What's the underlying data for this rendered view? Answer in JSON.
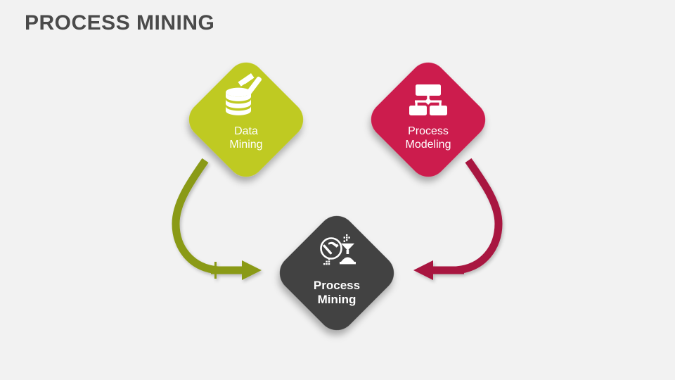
{
  "slide": {
    "title": "PROCESS MINING",
    "background_color": "#f2f2f2",
    "title_color": "#4a4a4a"
  },
  "diagram": {
    "type": "three-node-convergence",
    "nodes": [
      {
        "id": "data-mining",
        "label": "Data\nMining",
        "shape": "diamond",
        "fill_color": "#bfca21",
        "text_color": "#ffffff",
        "icon": "database-pickaxe-icon",
        "position": "top-left"
      },
      {
        "id": "process-modeling",
        "label": "Process\nModeling",
        "shape": "diamond",
        "fill_color": "#cc1f4e",
        "text_color": "#ffffff",
        "icon": "org-chart-icon",
        "position": "top-right"
      },
      {
        "id": "process-mining",
        "label": "Process\nMining",
        "shape": "diamond",
        "fill_color": "#424242",
        "text_color": "#ffffff",
        "icon": "magnifier-pickaxe-funnel-icon",
        "position": "bottom-center"
      }
    ],
    "connectors": [
      {
        "id": "arrow-data-mining-to-process-mining",
        "from": "data-mining",
        "to": "process-mining",
        "color": "#8a9a17",
        "direction": "right"
      },
      {
        "id": "arrow-process-modeling-to-process-mining",
        "from": "process-modeling",
        "to": "process-mining",
        "color": "#a8153f",
        "direction": "left"
      }
    ]
  }
}
